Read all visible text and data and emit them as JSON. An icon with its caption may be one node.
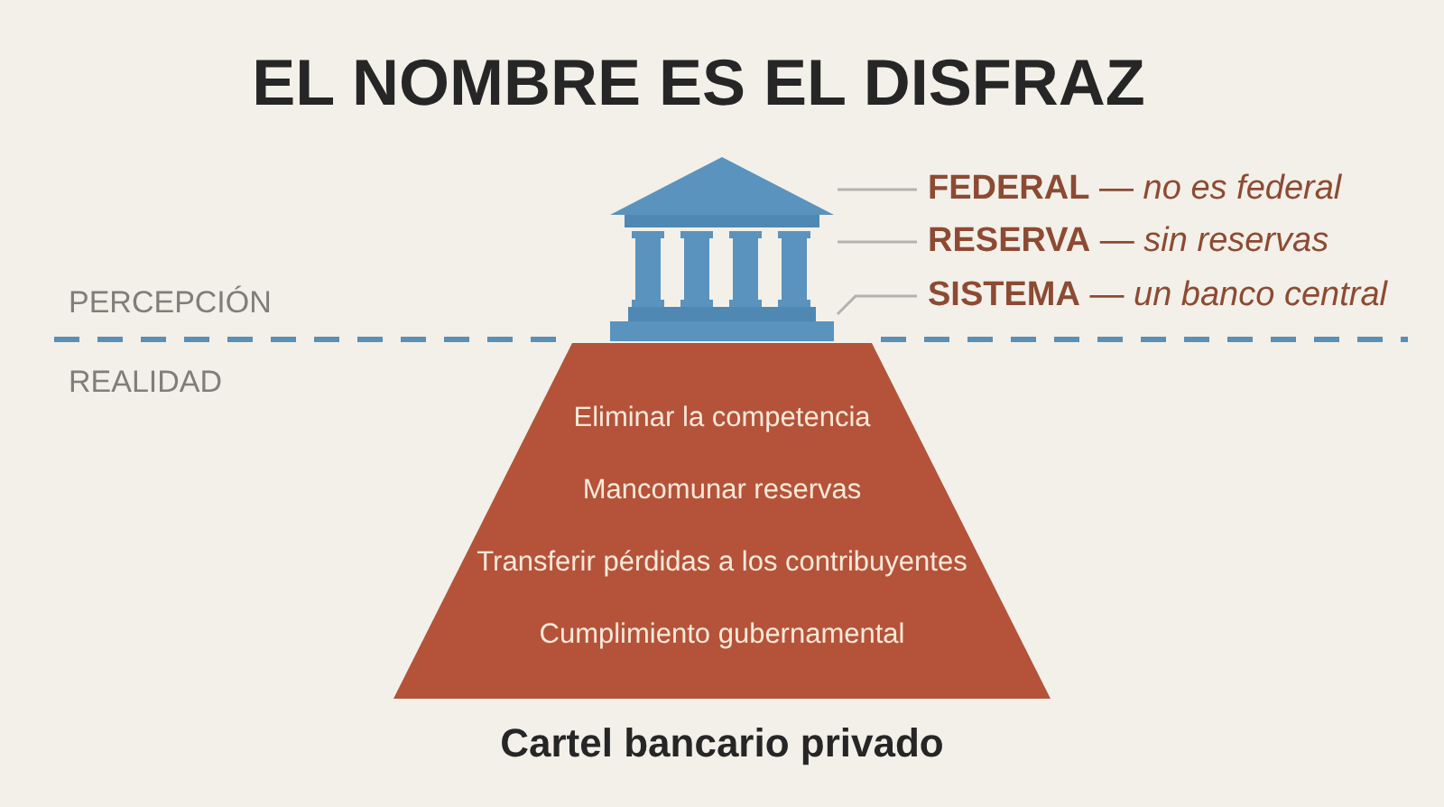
{
  "diagram": {
    "title": "EL NOMBRE ES EL DISFRAZ",
    "nodes": [
      {
        "text": [],
        "shape": "picture"
      },
      {
        "text": [
          "**FEDERAL** — *no es federal*"
        ]
      },
      {
        "text": [
          "**RESERVA** — *sin reservas*"
        ]
      },
      {
        "text": [
          "**SISTEMA** — *un banco central*"
        ]
      },
      {
        "text": [
          "Eliminar la competencia",
          "Mancomunar reservas",
          "Transferir pérdidas a los contribuyentes",
          "Cumplimiento gubernamental"
        ],
        "beside": [
          "Cartel bancario privado"
        ]
      }
    ],
    "edges": [
      {
        "from": 1,
        "to": 0,
        "arrow": "none"
      },
      {
        "from": 2,
        "to": 0,
        "arrow": "none"
      },
      {
        "from": 3,
        "to": 0,
        "arrow": "none"
      }
    ],
    "labels": [
      "PERCEPCIÓN",
      "REALIDAD"
    ]
  }
}
